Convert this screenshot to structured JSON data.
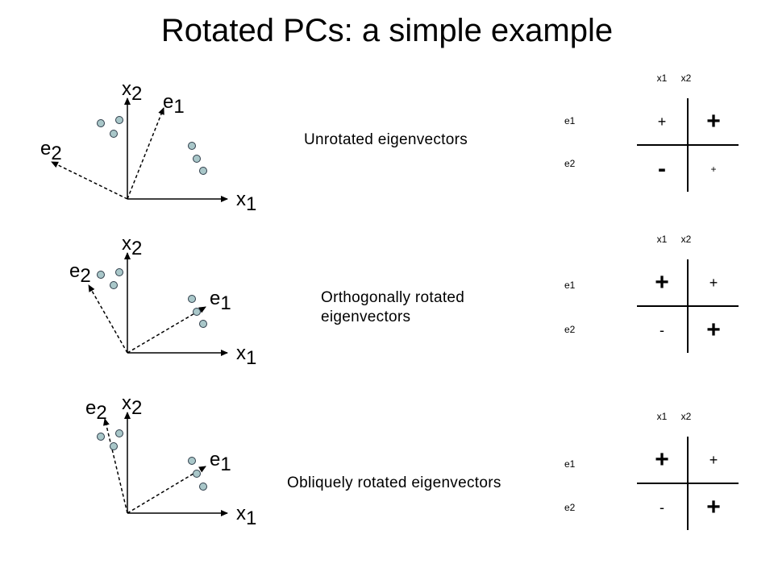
{
  "title": "Rotated PCs: a simple example",
  "panels": [
    {
      "description": [
        "Unrotated eigenvectors"
      ],
      "labels": {
        "x1": "x",
        "x1_sub": "1",
        "x2": "x",
        "x2_sub": "2",
        "e1": "e",
        "e1_sub": "1",
        "e2": "e",
        "e2_sub": "2"
      },
      "table": {
        "columns": [
          "x1",
          "x2"
        ],
        "rows": [
          {
            "label": "e1",
            "cells": [
              {
                "sign": "+",
                "size": "med"
              },
              {
                "sign": "+",
                "size": "big"
              }
            ]
          },
          {
            "label": "e2",
            "cells": [
              {
                "sign": "-",
                "size": "big"
              },
              {
                "sign": "+",
                "size": "small"
              }
            ]
          }
        ]
      }
    },
    {
      "description": [
        "Orthogonally rotated",
        "eigenvectors"
      ],
      "labels": {
        "x1": "x",
        "x1_sub": "1",
        "x2": "x",
        "x2_sub": "2",
        "e1": "e",
        "e1_sub": "1",
        "e2": "e",
        "e2_sub": "2"
      },
      "table": {
        "columns": [
          "x1",
          "x2"
        ],
        "rows": [
          {
            "label": "e1",
            "cells": [
              {
                "sign": "+",
                "size": "big"
              },
              {
                "sign": "+",
                "size": "med"
              }
            ]
          },
          {
            "label": "e2",
            "cells": [
              {
                "sign": "-",
                "size": "med"
              },
              {
                "sign": "+",
                "size": "big"
              }
            ]
          }
        ]
      }
    },
    {
      "description": [
        "Obliquely rotated eigenvectors"
      ],
      "labels": {
        "x1": "x",
        "x1_sub": "1",
        "x2": "x",
        "x2_sub": "2",
        "e1": "e",
        "e1_sub": "1",
        "e2": "e",
        "e2_sub": "2"
      },
      "table": {
        "columns": [
          "x1",
          "x2"
        ],
        "rows": [
          {
            "label": "e1",
            "cells": [
              {
                "sign": "+",
                "size": "big"
              },
              {
                "sign": "+",
                "size": "med"
              }
            ]
          },
          {
            "label": "e2",
            "cells": [
              {
                "sign": "-",
                "size": "med"
              },
              {
                "sign": "+",
                "size": "big"
              }
            ]
          }
        ]
      }
    }
  ],
  "colors": {
    "point_fill": "#a9c7c9",
    "point_stroke": "#2e3d4a",
    "line": "#000000"
  }
}
